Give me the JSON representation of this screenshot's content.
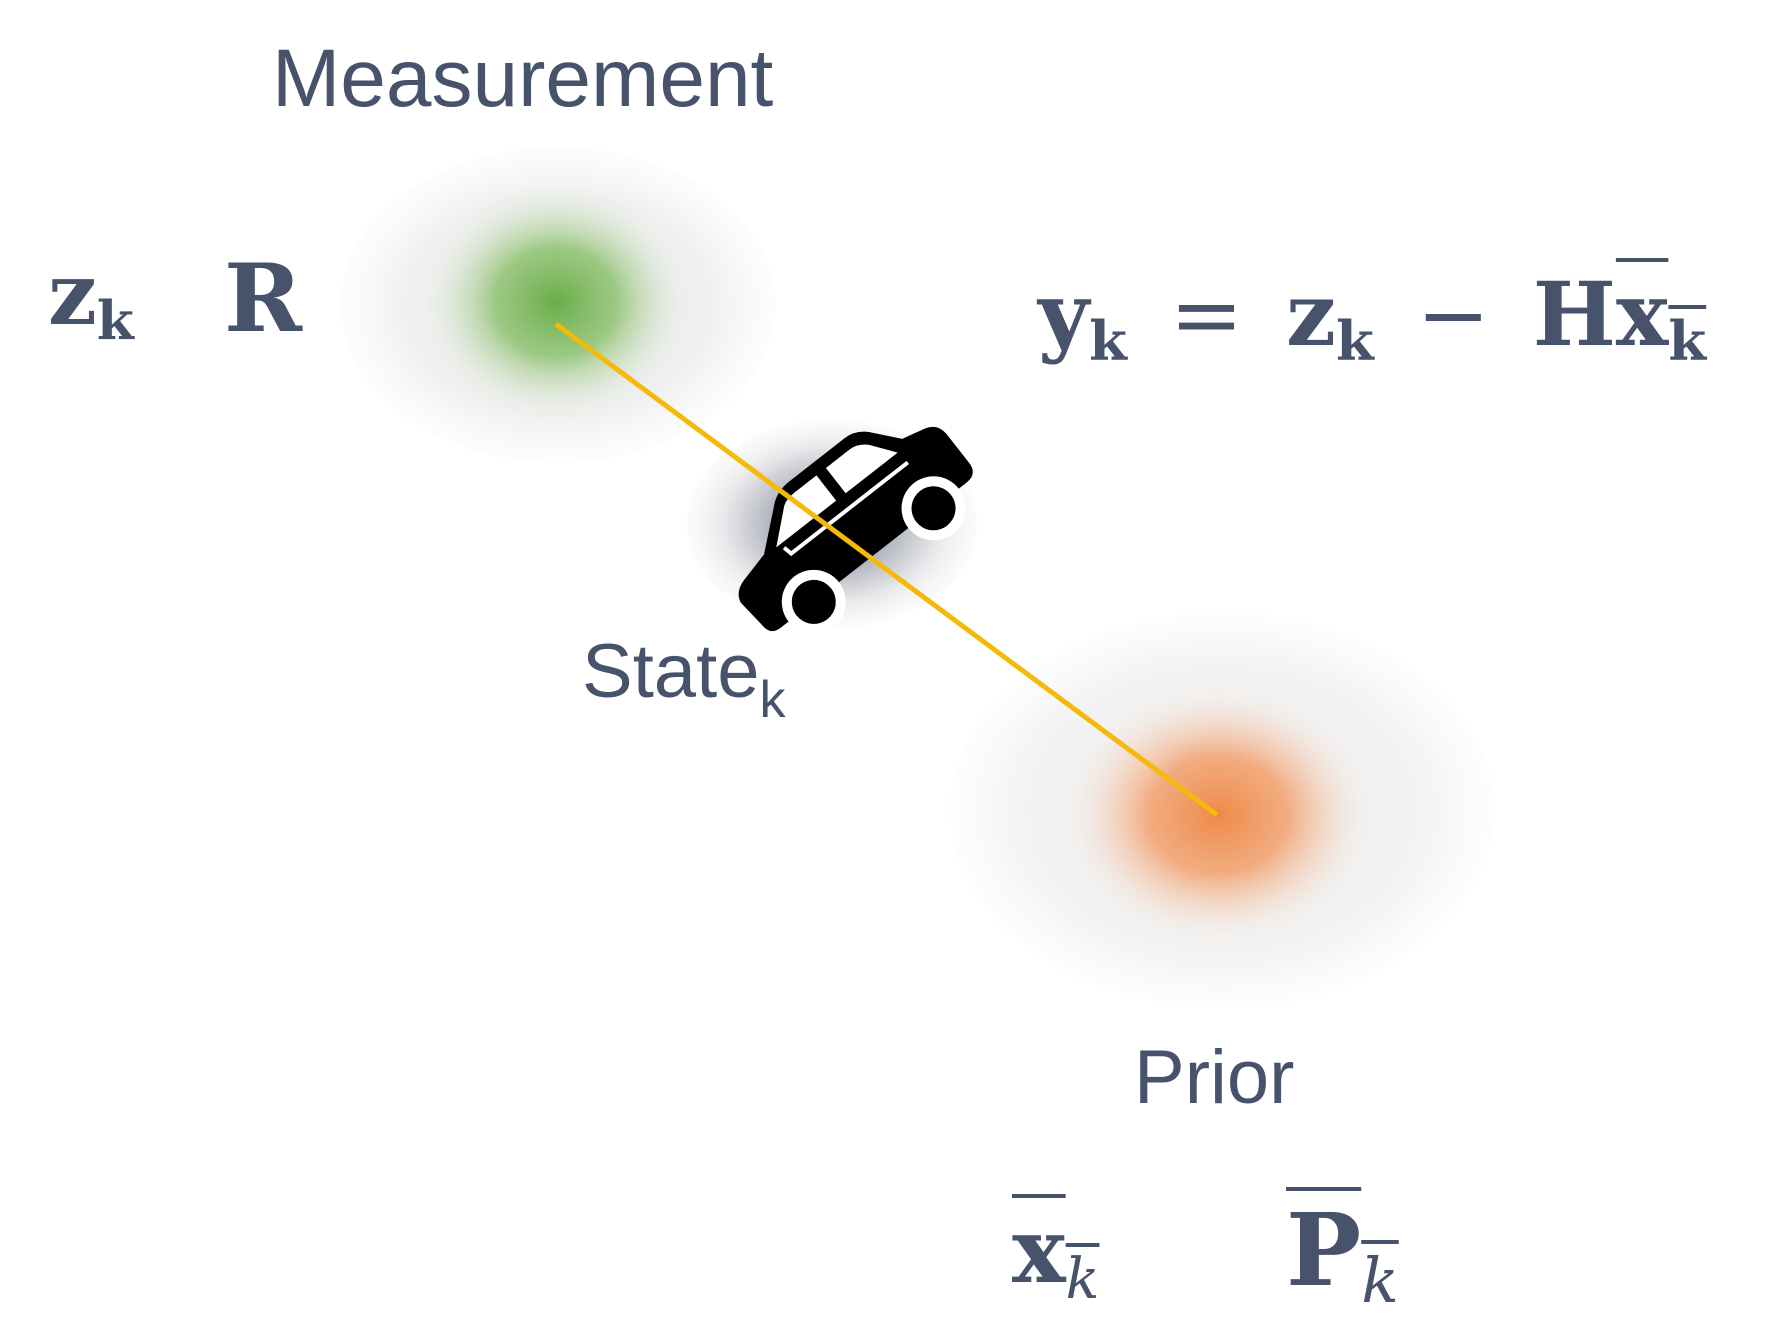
{
  "labels": {
    "measurement": "Measurement",
    "state": "State",
    "state_sub": "k",
    "prior": "Prior"
  },
  "symbols": {
    "z": "z",
    "k": "k",
    "R": "R",
    "x": "x",
    "P": "P",
    "y": "y",
    "H": "H",
    "eq": "=",
    "minus": "−"
  },
  "colors": {
    "text": "#46536a",
    "measurement": "#6aad4a",
    "prior": "#ef8a47",
    "residual_line": "#f5b90a",
    "car": "#000000"
  },
  "icons": {
    "car": "car-icon"
  }
}
